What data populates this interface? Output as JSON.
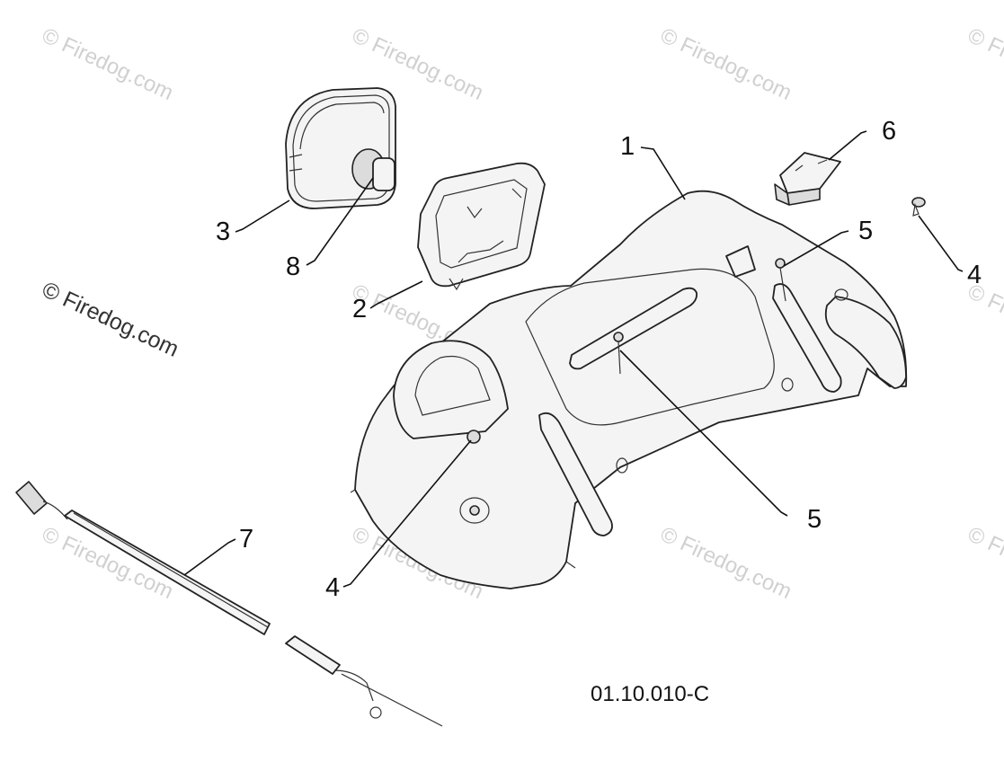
{
  "watermarks": {
    "faint_text": "© Firedog.com",
    "dark_text": "© Firedog.com"
  },
  "callouts": {
    "c1": "1",
    "c2": "2",
    "c3": "3",
    "c4a": "4",
    "c4b": "4",
    "c5a": "5",
    "c5b": "5",
    "c6": "6",
    "c7": "7",
    "c8": "8"
  },
  "figure_code": "01.10.010-C",
  "colors": {
    "line": "#111111",
    "part_fill": "#f4f4f4",
    "watermark": "#d0d0d0"
  }
}
